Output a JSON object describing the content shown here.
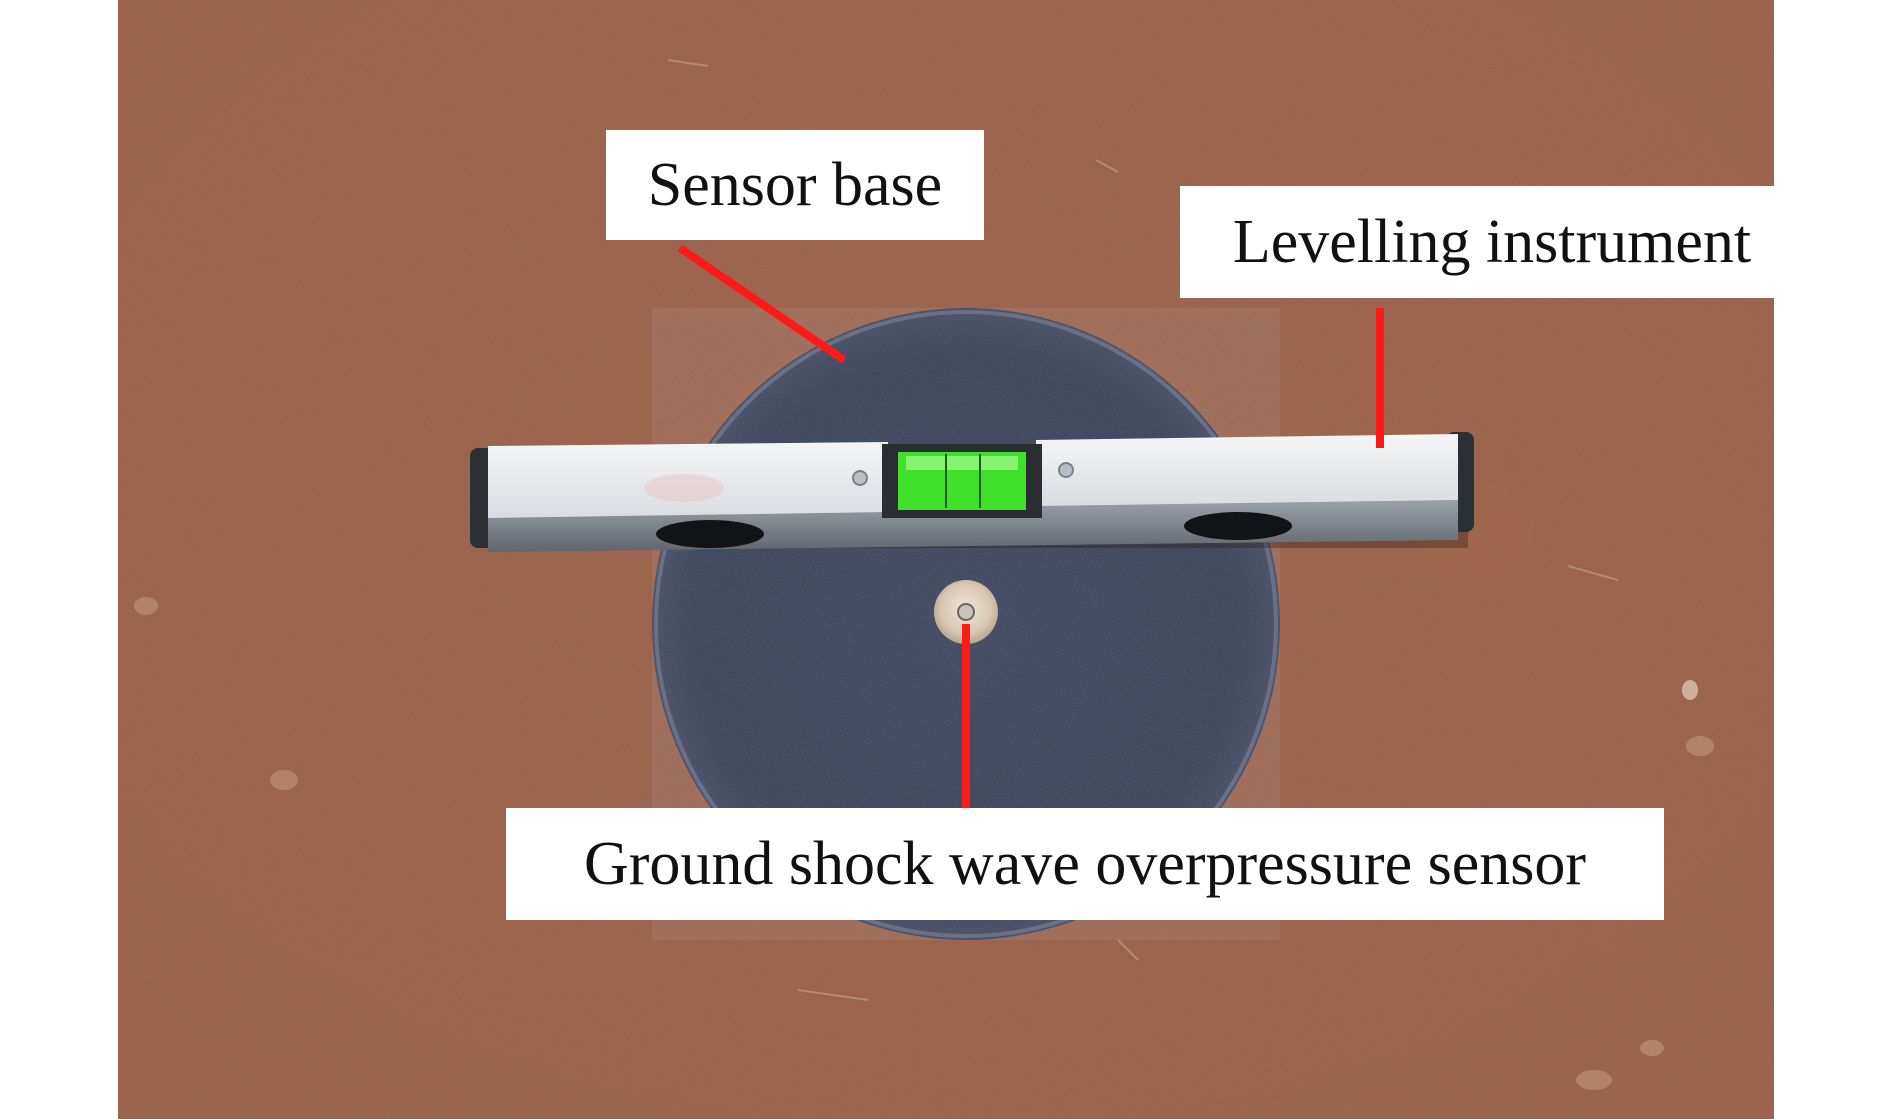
{
  "photo": {
    "description_colors": {
      "soil": "#9c5c44",
      "base_disc": "#222a47",
      "level_body": "#e9ecef",
      "bubble_vial": "#3fe12a",
      "pointer": "#ff1a1a"
    }
  },
  "labels": {
    "sensor_base": "Sensor base",
    "levelling_instrument": "Levelling instrument",
    "ground_sensor": "Ground shock wave overpressure sensor"
  }
}
